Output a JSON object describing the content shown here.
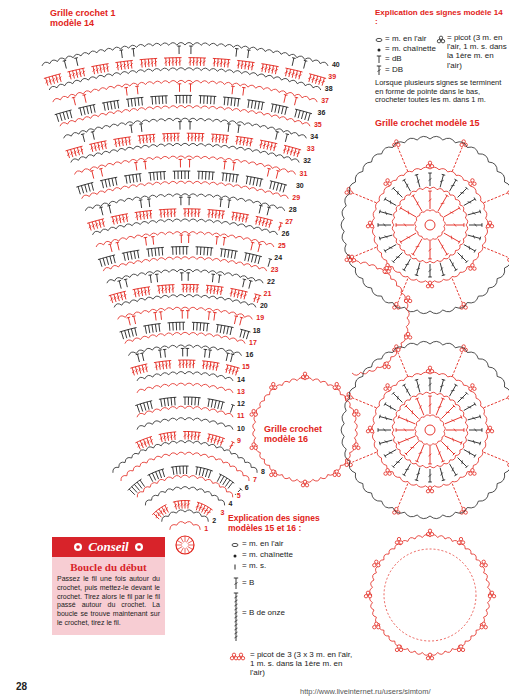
{
  "diagram": {
    "nodes": [
      {
        "text": [
          "Conseil",
          "Boucle du début",
          "Passez le fil une fois autour du crochet, puis mettez-le devant le crochet. Tirez alors le fil par le fil passé autour du crochet. La boucle se trouve maintenant sur le crochet, tirez le fil."
        ]
      }
    ],
    "labels": [
      "Grille crochet 1 modèle 14",
      "1",
      "2",
      "3",
      "4",
      "5",
      "6",
      "7",
      "8",
      "9",
      "10",
      "11",
      "12",
      "13",
      "14",
      "15",
      "16",
      "17",
      "18",
      "19",
      "20",
      "21",
      "22",
      "23",
      "24",
      "25",
      "26",
      "27",
      "28",
      "29",
      "30",
      "31",
      "32",
      "33",
      "34",
      "35",
      "36",
      "37",
      "38",
      "39",
      "40",
      "Explication des signes modèle 14 :",
      "Lorsque plusieurs signes se terminent en forme de pointe dans le bas, crocheter toutes les m. dans 1 m.",
      "Grille crochet modèle 15",
      "Grille crochet modèle 16",
      "Explication des signes modèles 15 et 16 :",
      "28",
      "http://www.liveinternet.ru/users/simtom/"
    ],
    "legend": [
      {
        "text": "= m. en l'air"
      },
      {
        "text": "= m. chaînette"
      },
      {
        "text": "= dB"
      },
      {
        "text": "= DB"
      },
      {
        "text": "= picot (3 m. en l'air, 1 m. s. dans la 1ère m. en l'air)"
      },
      {
        "text": "= m. en l'air"
      },
      {
        "text": "= m. chaînette"
      },
      {
        "text": "= m. s."
      },
      {
        "text": "= B"
      },
      {
        "text": "= B de onze"
      },
      {
        "text": "= picot de 3 (3 x 3 m. en l'air, 1 m. s. dans la 1ère m. en l'air)"
      }
    ]
  }
}
